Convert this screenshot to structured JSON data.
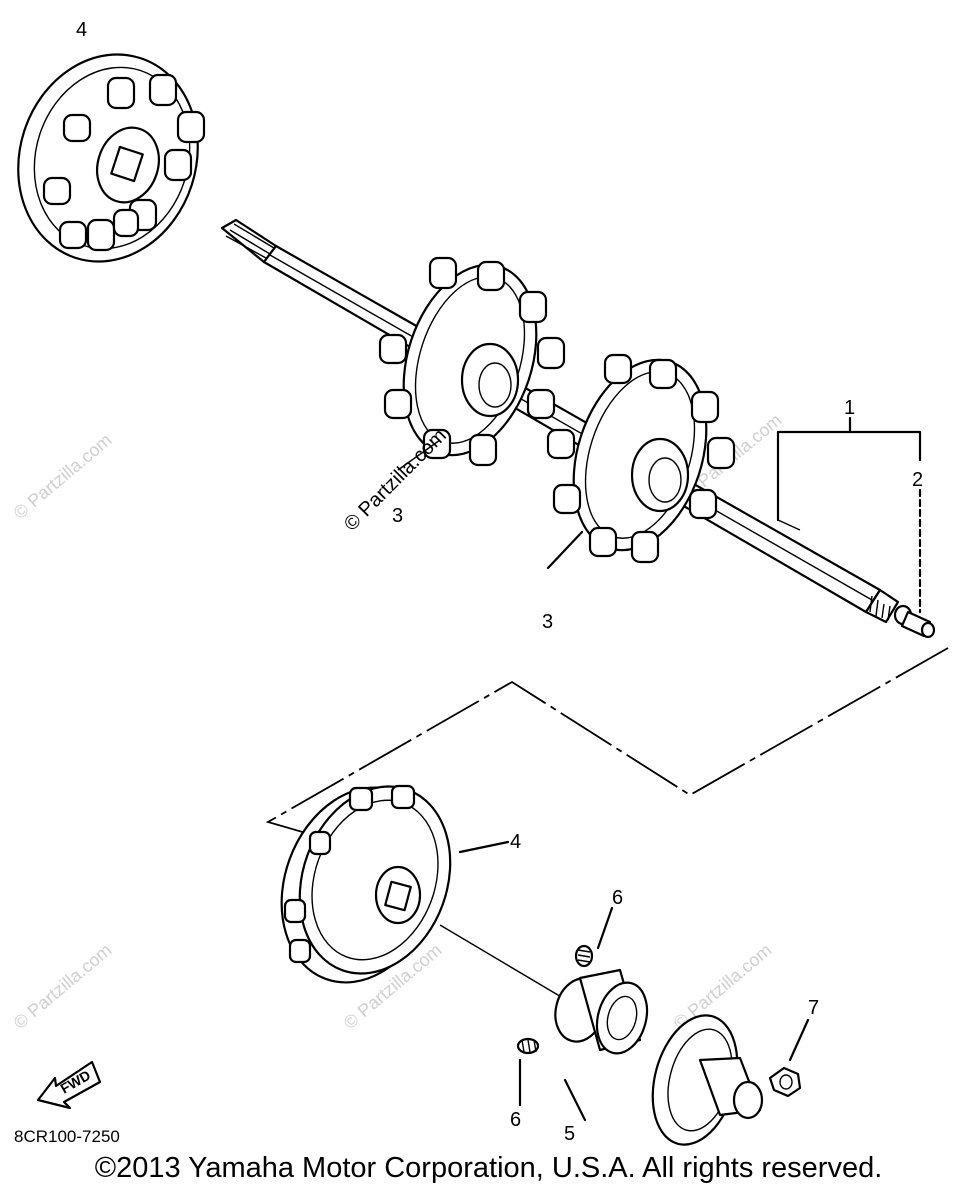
{
  "diagram": {
    "callouts": {
      "c1": "1",
      "c2": "2",
      "c3a": "3",
      "c3b": "3",
      "c4a": "4",
      "c4b": "4",
      "c5": "5",
      "c6a": "6",
      "c6b": "6",
      "c7": "7"
    },
    "fwd_label": "FWD",
    "diagram_code": "8CR100-7250",
    "watermarks": {
      "center": "© Partzilla.com",
      "faint": "© Partzilla.com"
    }
  },
  "footer": {
    "copyright": "©2013 Yamaha Motor Corporation, U.S.A. All rights reserved."
  }
}
